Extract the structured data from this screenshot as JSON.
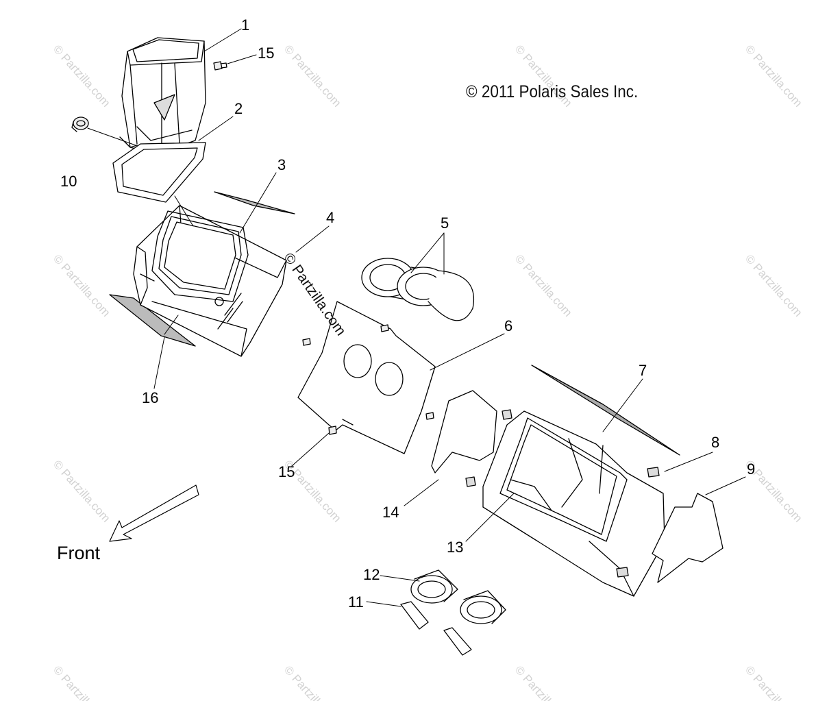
{
  "copyright": "© 2011 Polaris Sales Inc.",
  "front_label": "Front",
  "watermark": "© Partzilla.com",
  "callouts": {
    "c1": "1",
    "c2": "2",
    "c3": "3",
    "c4": "4",
    "c5": "5",
    "c6": "6",
    "c7": "7",
    "c8": "8",
    "c9": "9",
    "c10": "10",
    "c11": "11",
    "c12": "12",
    "c13": "13",
    "c14": "14",
    "c15a": "15",
    "c15b": "15",
    "c16": "16"
  },
  "colors": {
    "line": "#000000",
    "watermark": "#d2d2d2",
    "part_fill": "#ffffff",
    "shade": "#cfcfcf"
  }
}
